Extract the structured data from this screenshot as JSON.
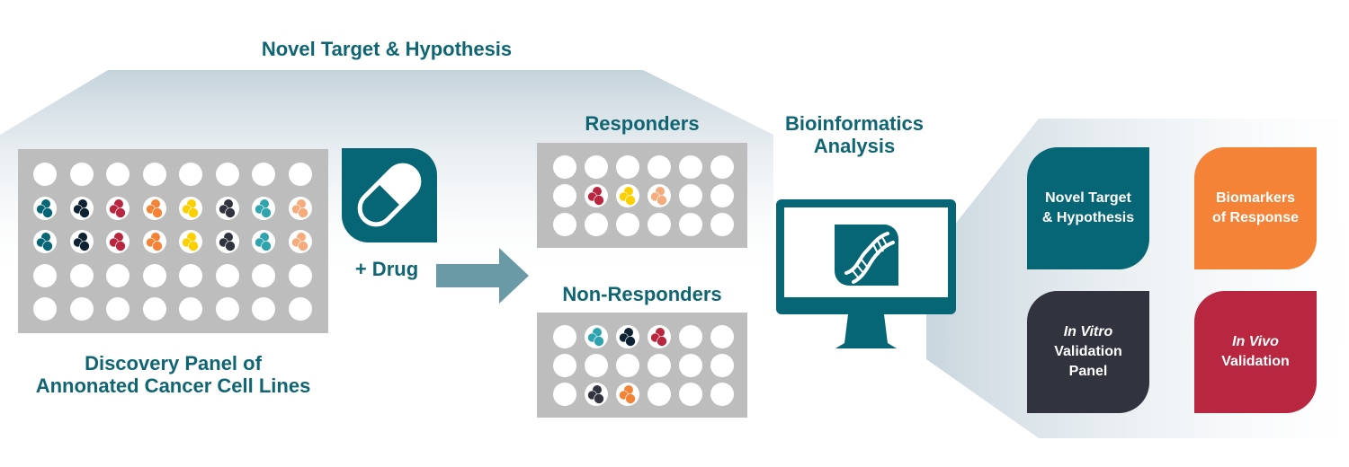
{
  "colors": {
    "teal": "#066675",
    "title_text": "#0f6572",
    "plate_gray": "#bdbdbd",
    "arrow": "#6a9aa6",
    "orange": "#f48337",
    "dark": "#31343f",
    "red": "#b8263f"
  },
  "banner": {
    "title": "Novel Target & Hypothesis"
  },
  "discovery_panel": {
    "label_line1": "Discovery Panel of",
    "label_line2": "Annonated Cancer Cell Lines",
    "rows": 5,
    "cols": 8,
    "cell_rows": [
      [
        "#066675",
        "#0d2233",
        "#b8263f",
        "#f48337",
        "#fcd000",
        "#31343f",
        "#2fa4ae",
        "#f6ab7c"
      ],
      [
        "#066675",
        "#0d2233",
        "#b8263f",
        "#f48337",
        "#fcd000",
        "#31343f",
        "#2fa4ae",
        "#f6ab7c"
      ]
    ],
    "cell_row_indices": [
      1,
      2
    ]
  },
  "drug": {
    "label": "+ Drug",
    "icon": "pill-icon"
  },
  "responders": {
    "title": "Responders",
    "rows": 3,
    "cols": 6,
    "cells": [
      {
        "row": 1,
        "col": 1,
        "color": "#b8263f"
      },
      {
        "row": 1,
        "col": 2,
        "color": "#fcd000"
      },
      {
        "row": 1,
        "col": 3,
        "color": "#f6ab7c"
      }
    ]
  },
  "non_responders": {
    "title": "Non-Responders",
    "rows": 3,
    "cols": 6,
    "cells": [
      {
        "row": 0,
        "col": 1,
        "color": "#2fa4ae"
      },
      {
        "row": 0,
        "col": 2,
        "color": "#0d2233"
      },
      {
        "row": 0,
        "col": 3,
        "color": "#b8263f"
      },
      {
        "row": 2,
        "col": 1,
        "color": "#31343f"
      },
      {
        "row": 2,
        "col": 2,
        "color": "#f48337"
      }
    ]
  },
  "bioinformatics": {
    "title_line1": "Bioinformatics",
    "title_line2": "Analysis",
    "icon": "dna-icon"
  },
  "outcomes": [
    {
      "line1": "Novel Target",
      "line2": "& Hypothesis",
      "line3": "",
      "italic_line1": false,
      "color": "#066675"
    },
    {
      "line1": "Biomarkers",
      "line2": "of Response",
      "line3": "",
      "italic_line1": false,
      "color": "#f48337"
    },
    {
      "line1": "In Vitro",
      "line2": "Validation",
      "line3": "Panel",
      "italic_line1": true,
      "color": "#31343f"
    },
    {
      "line1": "In Vivo",
      "line2": "Validation",
      "line3": "",
      "italic_line1": true,
      "color": "#b8263f"
    }
  ]
}
